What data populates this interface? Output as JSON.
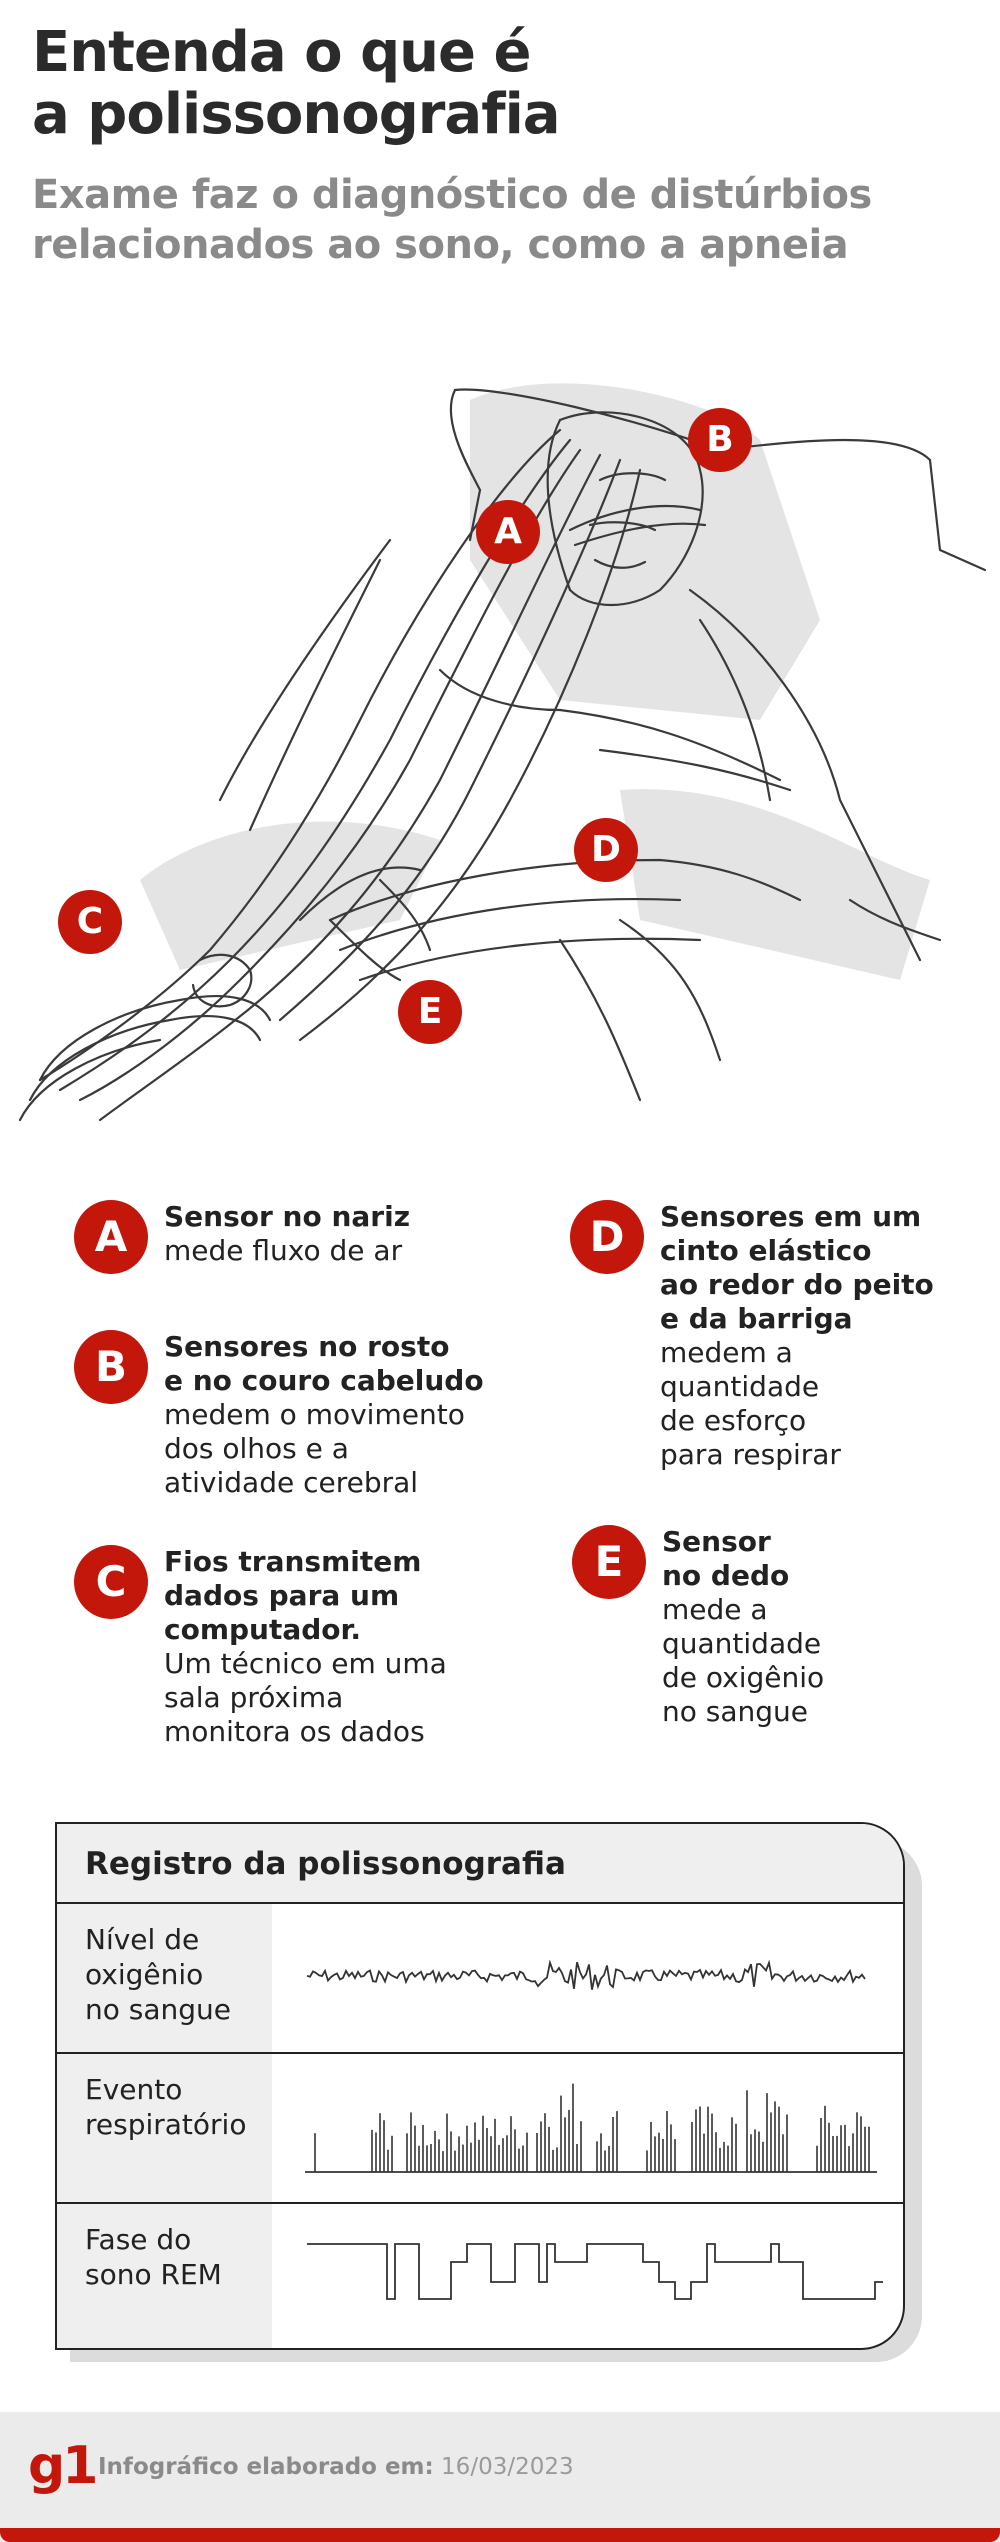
{
  "header": {
    "title_line1": "Entenda o que é",
    "title_line2": "a polissonografia",
    "subtitle_line1": "Exame faz o diagnóstico de distúrbios",
    "subtitle_line2": "relacionados ao sono, como a apneia"
  },
  "illustration": {
    "markers": [
      "A",
      "B",
      "C",
      "D",
      "E"
    ]
  },
  "legend": [
    {
      "letter": "A",
      "bold": [
        "Sensor no nariz"
      ],
      "normal": [
        "mede fluxo de ar"
      ]
    },
    {
      "letter": "B",
      "bold": [
        "Sensores no rosto",
        "e no couro cabeludo"
      ],
      "normal": [
        "medem o movimento",
        "dos olhos e a",
        "atividade cerebral"
      ]
    },
    {
      "letter": "C",
      "bold": [
        "Fios transmitem",
        "dados para um",
        "computador."
      ],
      "normal": [
        "Um técnico em uma",
        "sala próxima",
        "monitora os dados"
      ]
    },
    {
      "letter": "D",
      "bold": [
        "Sensores em um",
        "cinto  elástico",
        "ao redor do peito",
        "e da barriga"
      ],
      "normal": [
        "medem a",
        "quantidade",
        "de esforço",
        "para respirar"
      ]
    },
    {
      "letter": "E",
      "bold": [
        "Sensor",
        "no dedo"
      ],
      "normal": [
        "mede a",
        "quantidade",
        "de oxigênio",
        "no sangue"
      ]
    }
  ],
  "record": {
    "title": "Registro da polissonografia",
    "rows": [
      {
        "label": "Nível de\noxigênio\nno sangue"
      },
      {
        "label": "Evento\nrespiratório"
      },
      {
        "label": "Fase do\nsono REM"
      }
    ]
  },
  "footer": {
    "logo": "g1",
    "credit_label": "Infográfico elaborado em:",
    "credit_date": "16/03/2023"
  },
  "colors": {
    "accent": "#c4170c",
    "title": "#2b2b2b",
    "subtitle": "#8a8a8a"
  }
}
